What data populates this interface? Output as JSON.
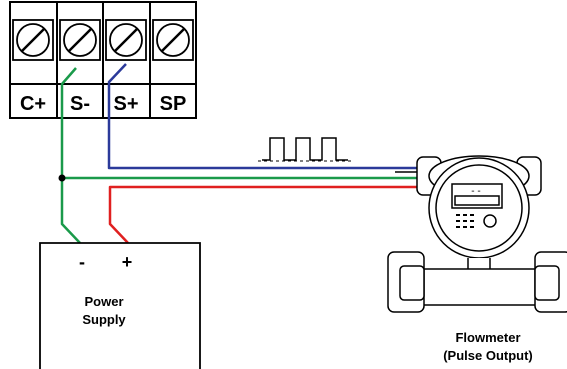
{
  "terminals": [
    {
      "label": "C+"
    },
    {
      "label": "S-"
    },
    {
      "label": "S+"
    },
    {
      "label": "SP"
    }
  ],
  "power_supply": {
    "title_line1": "Power",
    "title_line2": "Supply",
    "neg_label": "-",
    "pos_label": "+"
  },
  "flowmeter": {
    "title_line1": "Flowmeter",
    "title_line2": "(Pulse Output)",
    "display_text": "- -"
  },
  "wires": [
    {
      "name": "signal-minus",
      "color": "#1a9a4a"
    },
    {
      "name": "signal-plus",
      "color": "#2b3a9a"
    },
    {
      "name": "power-plus",
      "color": "#e02020"
    }
  ],
  "pulse_signal": {
    "icon": "square-wave-pulse-icon"
  }
}
